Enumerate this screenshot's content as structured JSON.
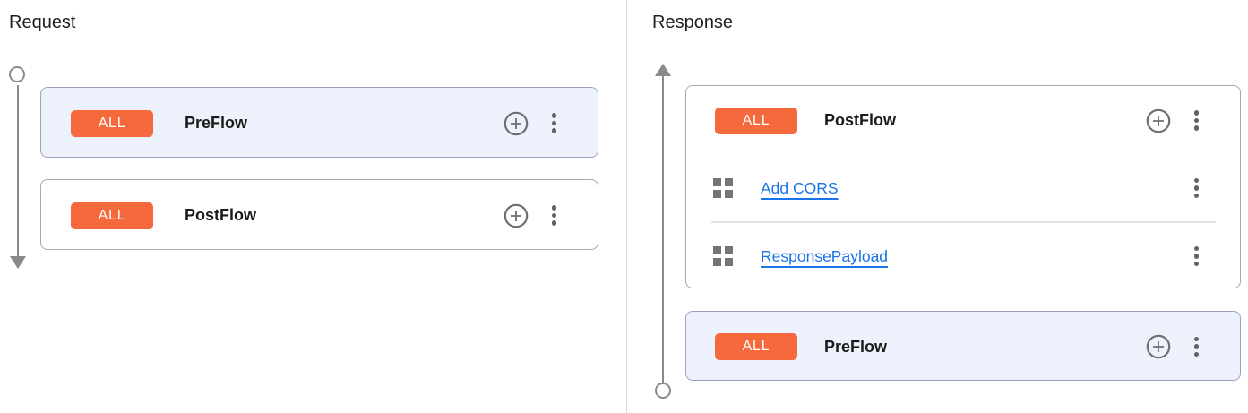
{
  "colors": {
    "condition_badge": "#f6693c",
    "selected_card_bg": "#edf1fc",
    "policy_link": "#1a73e8",
    "timeline_gray": "#8a8a8a",
    "icon_gray": "#5f6368"
  },
  "icons": {
    "add_step": "plus-circle-icon",
    "more_options": "kebab-menu-icon",
    "policy": "policy-grid-icon",
    "request_direction": "arrow-down",
    "response_direction": "arrow-up"
  },
  "request_panel": {
    "title": "Request",
    "flows": [
      {
        "badge": "ALL",
        "name": "PreFlow",
        "selected": true
      },
      {
        "badge": "ALL",
        "name": "PostFlow",
        "selected": false
      }
    ]
  },
  "response_panel": {
    "title": "Response",
    "flows": [
      {
        "badge": "ALL",
        "name": "PostFlow",
        "selected": false,
        "policies": [
          {
            "name": "Add CORS"
          },
          {
            "name": "ResponsePayload"
          }
        ]
      },
      {
        "badge": "ALL",
        "name": "PreFlow",
        "selected": true
      }
    ]
  }
}
